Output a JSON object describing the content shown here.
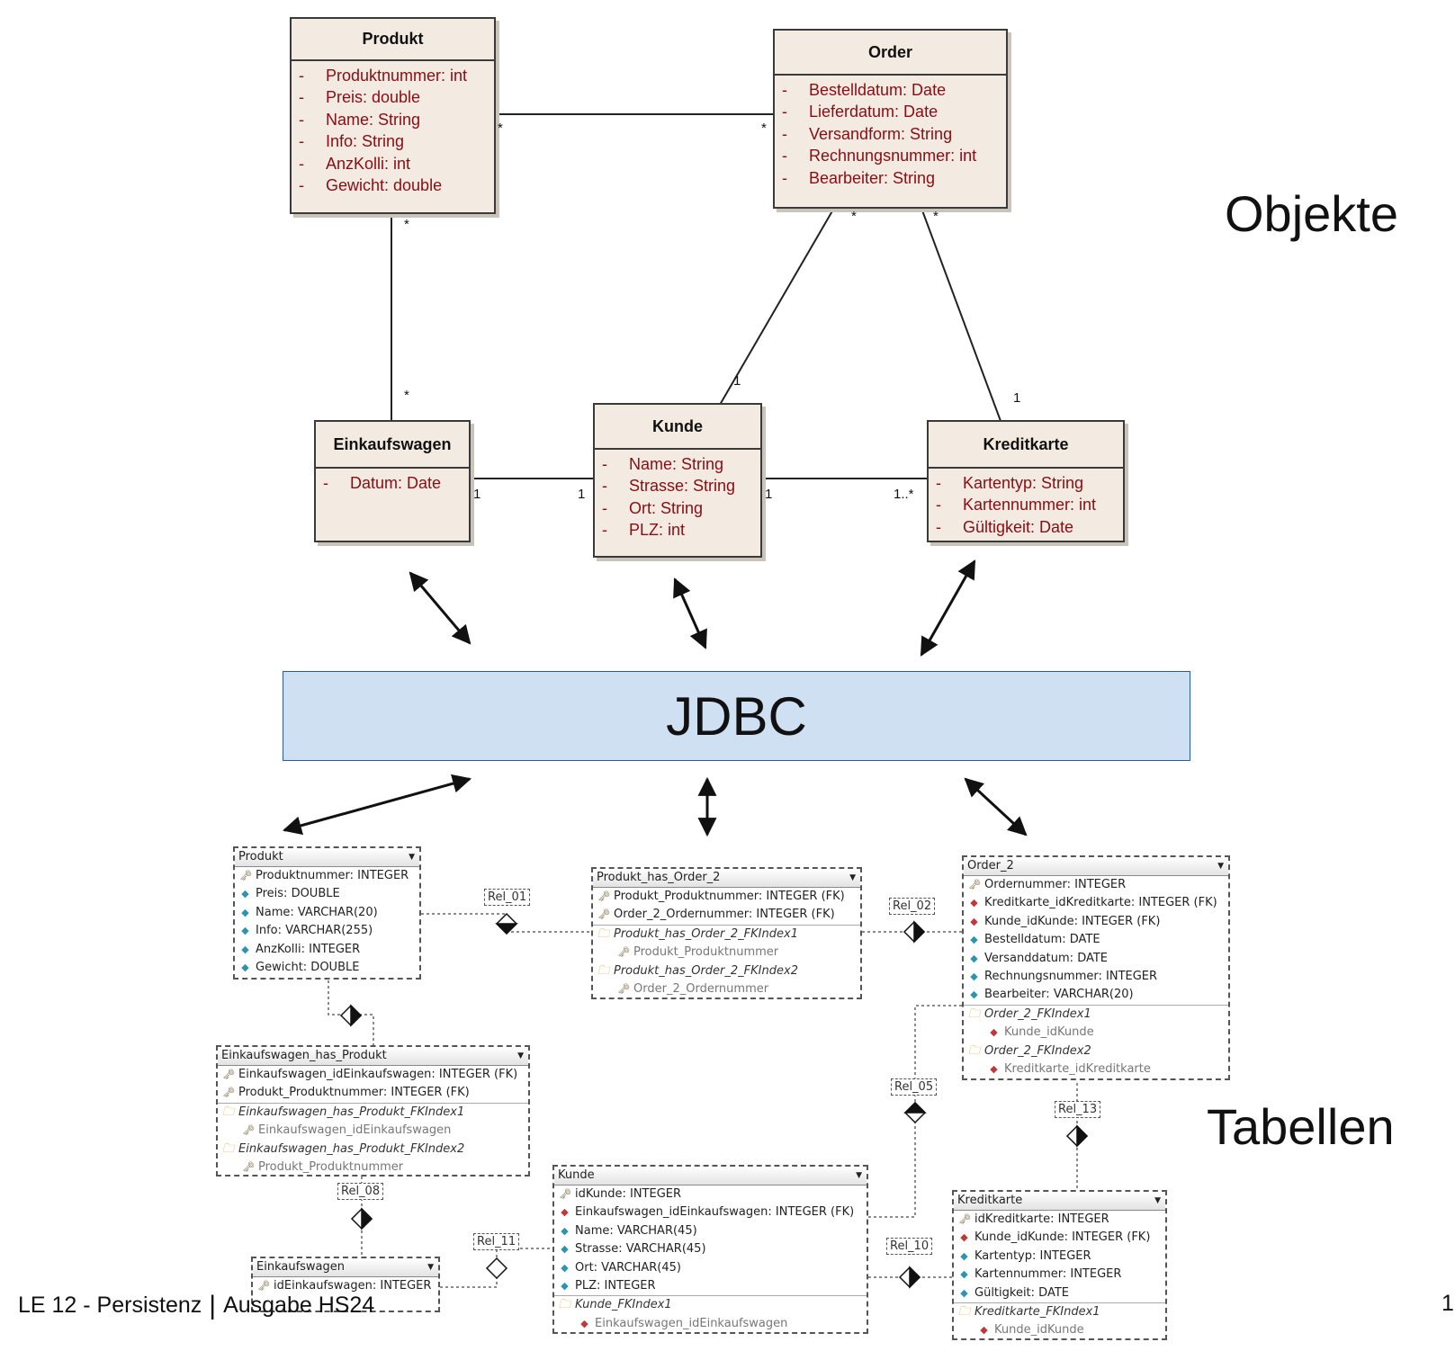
{
  "uml": {
    "produkt": {
      "name": "Produkt",
      "attrs": [
        "Produktnummer: int",
        "Preis: double",
        "Name: String",
        "Info: String",
        "AnzKolli: int",
        "Gewicht: double"
      ]
    },
    "order": {
      "name": "Order",
      "attrs": [
        "Bestelldatum: Date",
        "Lieferdatum: Date",
        "Versandform: String",
        "Rechnungsnummer: int",
        "Bearbeiter: String"
      ]
    },
    "einkaufswagen": {
      "name": "Einkaufswagen",
      "attrs": [
        "Datum: Date"
      ]
    },
    "kunde": {
      "name": "Kunde",
      "attrs": [
        "Name: String",
        "Strasse: String",
        "Ort: String",
        "PLZ: int"
      ]
    },
    "kreditkarte": {
      "name": "Kreditkarte",
      "attrs": [
        "Kartentyp: String",
        "Kartennummer: int",
        "Gültigkeit: Date"
      ]
    }
  },
  "attr_prefix": "-",
  "multiplicities": {
    "produkt_order_left": "*",
    "produkt_order_right": "*",
    "produkt_bottom": "*",
    "einkaufswagen_top": "*",
    "order_kunde_top": "*",
    "order_kredit_top": "*",
    "kunde_top": "1",
    "kredit_top": "1",
    "ew_right": "1",
    "kunde_left": "1",
    "kunde_right": "1",
    "kredit_left": "1..*"
  },
  "labels": {
    "objekte": "Objekte",
    "jdbc": "JDBC",
    "tabellen": "Tabellen"
  },
  "er": {
    "produkt": {
      "name": "Produkt",
      "rows": [
        {
          "icon": "key",
          "text": "Produktnummer: INTEGER"
        },
        {
          "icon": "dot-b",
          "text": "Preis: DOUBLE"
        },
        {
          "icon": "dot-b",
          "text": "Name: VARCHAR(20)"
        },
        {
          "icon": "dot-b",
          "text": "Info: VARCHAR(255)"
        },
        {
          "icon": "dot-b",
          "text": "AnzKolli: INTEGER"
        },
        {
          "icon": "dot-b",
          "text": "Gewicht: DOUBLE"
        }
      ]
    },
    "produkt_has_order": {
      "name": "Produkt_has_Order_2",
      "rows": [
        {
          "icon": "key",
          "text": "Produkt_Produktnummer: INTEGER (FK)"
        },
        {
          "icon": "key",
          "text": "Order_2_Ordernummer: INTEGER (FK)"
        },
        {
          "icon": "fold",
          "text": "Produkt_has_Order_2_FKIndex1",
          "kind": "idx"
        },
        {
          "icon": "key",
          "text": "Produkt_Produktnummer",
          "kind": "sub"
        },
        {
          "icon": "fold",
          "text": "Produkt_has_Order_2_FKIndex2",
          "kind": "idx2"
        },
        {
          "icon": "key",
          "text": "Order_2_Ordernummer",
          "kind": "sub"
        }
      ]
    },
    "order_2": {
      "name": "Order_2",
      "rows": [
        {
          "icon": "key",
          "text": "Ordernummer: INTEGER"
        },
        {
          "icon": "dot-r",
          "text": "Kreditkarte_idKreditkarte: INTEGER (FK)"
        },
        {
          "icon": "dot-r",
          "text": "Kunde_idKunde: INTEGER (FK)"
        },
        {
          "icon": "dot-b",
          "text": "Bestelldatum: DATE"
        },
        {
          "icon": "dot-b",
          "text": "Versanddatum: DATE"
        },
        {
          "icon": "dot-b",
          "text": "Rechnungsnummer: INTEGER"
        },
        {
          "icon": "dot-b",
          "text": "Bearbeiter: VARCHAR(20)"
        },
        {
          "icon": "fold",
          "text": "Order_2_FKIndex1",
          "kind": "idx"
        },
        {
          "icon": "dot-r",
          "text": "Kunde_idKunde",
          "kind": "sub"
        },
        {
          "icon": "fold",
          "text": "Order_2_FKIndex2",
          "kind": "idx2"
        },
        {
          "icon": "dot-r",
          "text": "Kreditkarte_idKreditkarte",
          "kind": "sub"
        }
      ]
    },
    "einkaufswagen_has_produkt": {
      "name": "Einkaufswagen_has_Produkt",
      "rows": [
        {
          "icon": "key",
          "text": "Einkaufswagen_idEinkaufswagen: INTEGER (FK)"
        },
        {
          "icon": "key",
          "text": "Produkt_Produktnummer: INTEGER (FK)"
        },
        {
          "icon": "fold",
          "text": "Einkaufswagen_has_Produkt_FKIndex1",
          "kind": "idx"
        },
        {
          "icon": "key",
          "text": "Einkaufswagen_idEinkaufswagen",
          "kind": "sub"
        },
        {
          "icon": "fold",
          "text": "Einkaufswagen_has_Produkt_FKIndex2",
          "kind": "idx2"
        },
        {
          "icon": "key",
          "text": "Produkt_Produktnummer",
          "kind": "sub"
        }
      ]
    },
    "kunde": {
      "name": "Kunde",
      "rows": [
        {
          "icon": "key",
          "text": "idKunde: INTEGER"
        },
        {
          "icon": "dot-r",
          "text": "Einkaufswagen_idEinkaufswagen: INTEGER (FK)"
        },
        {
          "icon": "dot-b",
          "text": "Name: VARCHAR(45)"
        },
        {
          "icon": "dot-b",
          "text": "Strasse: VARCHAR(45)"
        },
        {
          "icon": "dot-b",
          "text": "Ort: VARCHAR(45)"
        },
        {
          "icon": "dot-b",
          "text": "PLZ: INTEGER"
        },
        {
          "icon": "fold",
          "text": "Kunde_FKIndex1",
          "kind": "idx"
        },
        {
          "icon": "dot-r",
          "text": "Einkaufswagen_idEinkaufswagen",
          "kind": "sub"
        }
      ]
    },
    "kreditkarte": {
      "name": "Kreditkarte",
      "rows": [
        {
          "icon": "key",
          "text": "idKreditkarte: INTEGER"
        },
        {
          "icon": "dot-r",
          "text": "Kunde_idKunde: INTEGER (FK)"
        },
        {
          "icon": "dot-b",
          "text": "Kartentyp: INTEGER"
        },
        {
          "icon": "dot-b",
          "text": "Kartennummer: INTEGER"
        },
        {
          "icon": "dot-b",
          "text": "Gültigkeit: DATE"
        },
        {
          "icon": "fold",
          "text": "Kreditkarte_FKIndex1",
          "kind": "idx"
        },
        {
          "icon": "dot-r",
          "text": "Kunde_idKunde",
          "kind": "sub"
        }
      ]
    },
    "einkaufswagen": {
      "name": "Einkaufswagen",
      "rows": [
        {
          "icon": "key",
          "text": "idEinkaufswagen: INTEGER"
        }
      ]
    }
  },
  "relations": {
    "rel_01": "Rel_01",
    "rel_02": "Rel_02",
    "rel_05": "Rel_05",
    "rel_13": "Rel_13",
    "rel_08": "Rel_08",
    "rel_11": "Rel_11",
    "rel_10": "Rel_10"
  },
  "footer": {
    "left": "LE 12 - Persistenz",
    "separator": "|",
    "edition": "Ausgabe HS24",
    "page": "1"
  }
}
